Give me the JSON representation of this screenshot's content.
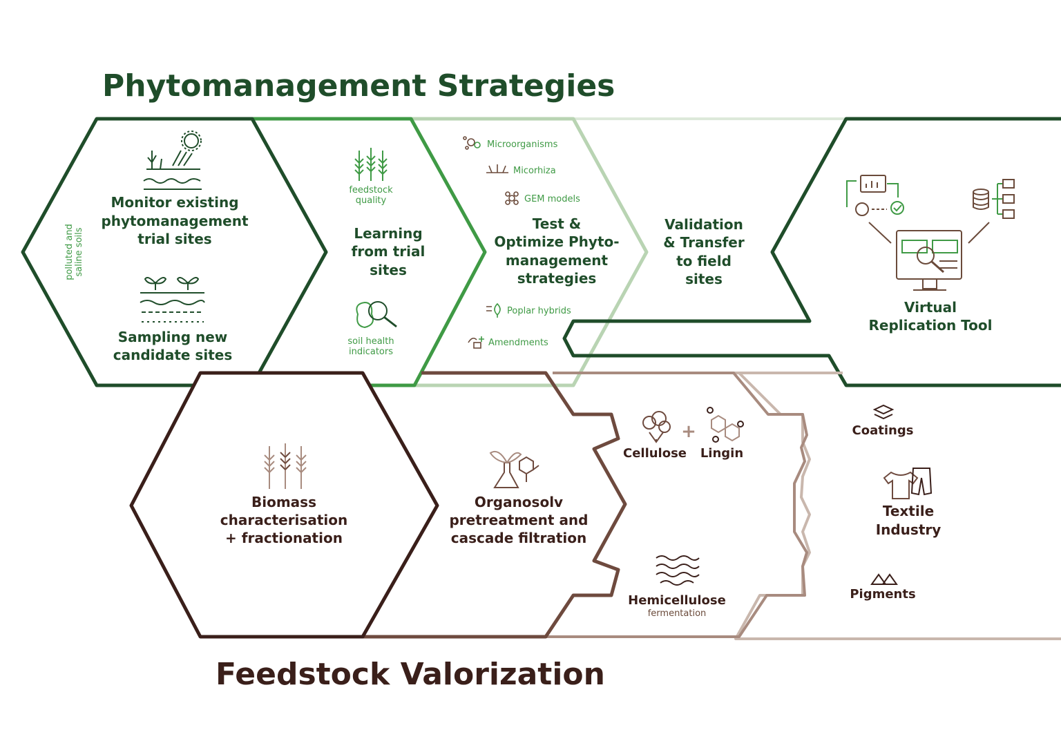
{
  "titles": {
    "top": "Phytomanagement Strategies",
    "bottom": "Feedstock Valorization"
  },
  "colors": {
    "dark_green": "#1f4d2a",
    "mid_green": "#3f9a45",
    "light_green": "#b9d4b3",
    "dark_brown": "#3a1f1a",
    "mid_brown": "#6e4a3e",
    "light_brown": "#c9b7ad"
  },
  "phyto": {
    "side_label": [
      "polluted and",
      "saline soils"
    ],
    "monitor": [
      "Monitor existing",
      "phytomanagement",
      "trial sites"
    ],
    "sampling": [
      "Sampling new",
      "candidate sites"
    ],
    "learning": [
      "Learning",
      "from trial",
      "sites"
    ],
    "feedstock_quality": [
      "feedstock",
      "quality"
    ],
    "soil_health": [
      "soil health",
      "indicators"
    ],
    "test": [
      "Test &",
      "Optimize Phyto-",
      "management",
      "strategies"
    ],
    "test_items": [
      "Microorganisms",
      "Micorhiza",
      "GEM models",
      "Poplar hybrids",
      "Amendments"
    ],
    "validation": [
      "Validation",
      "& Transfer",
      "to field",
      "sites"
    ],
    "virtual": [
      "Virtual",
      "Replication Tool"
    ]
  },
  "valor": {
    "biomass": [
      "Biomass",
      "characterisation",
      "+ fractionation"
    ],
    "organosolv": [
      "Organosolv",
      "pretreatment and",
      "cascade filtration"
    ],
    "cellulose": "Cellulose",
    "plus": "+",
    "lignin": "Lingin",
    "hemicellulose": "Hemicellulose",
    "fermentation": "fermentation",
    "coatings": "Coatings",
    "textile": [
      "Textile",
      "Industry"
    ],
    "pigments": "Pigments"
  }
}
